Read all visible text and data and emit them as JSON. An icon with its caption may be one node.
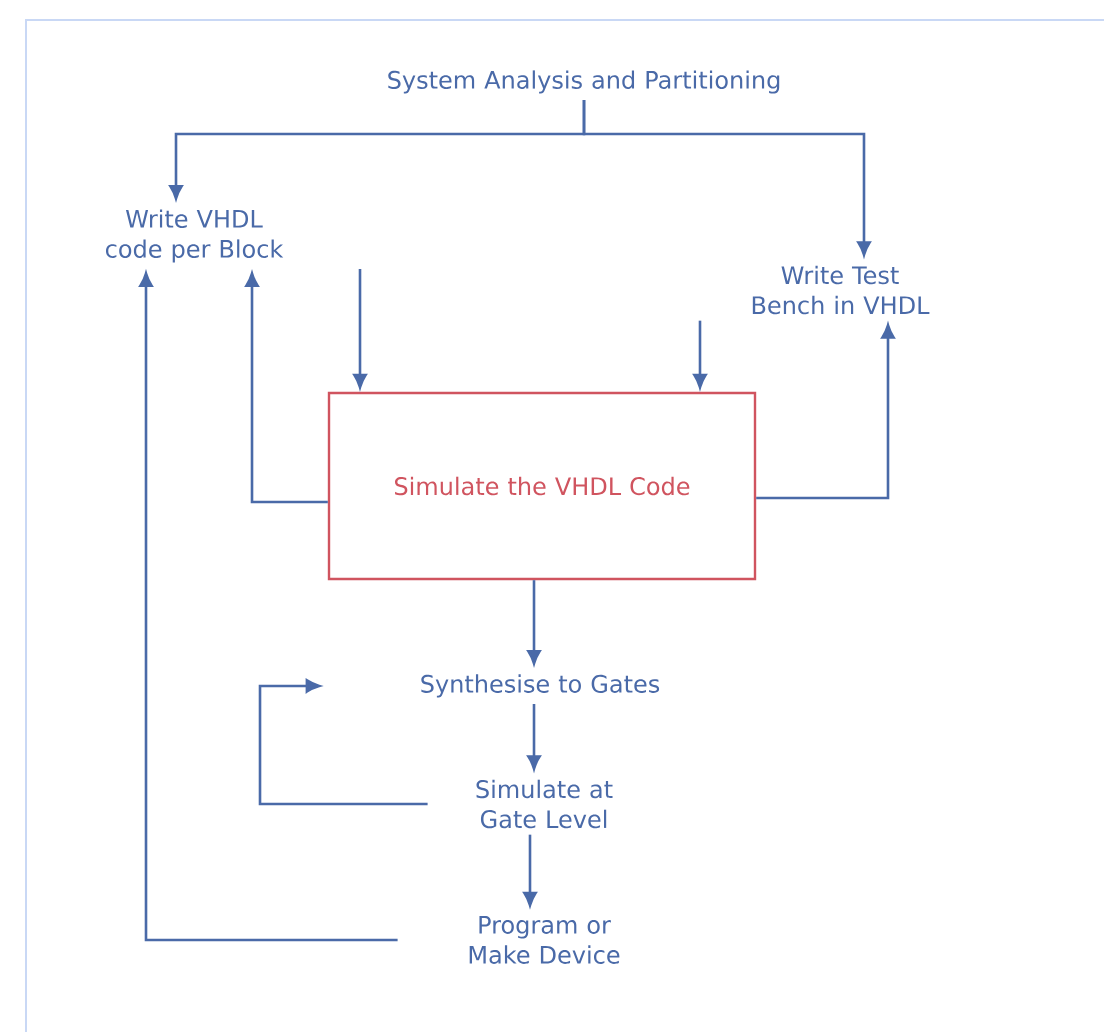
{
  "diagram": {
    "nodes": [
      {
        "text": [
          "System Analysis and Partitioning"
        ]
      },
      {
        "text": [
          "Write VHDL code per Block"
        ]
      },
      {
        "text": [
          "Write Test Bench in VHDL"
        ]
      },
      {
        "text": [
          "Simulate the VHDL Code"
        ]
      },
      {
        "text": [
          "Synthesise to Gates"
        ]
      },
      {
        "text": [
          "Simulate at Gate Level"
        ]
      },
      {
        "text": [
          "Program or Make Device"
        ]
      }
    ],
    "edges": [
      {
        "from": 0,
        "to": 1,
        "arrow": "to"
      },
      {
        "from": 0,
        "to": 2,
        "arrow": "to"
      },
      {
        "from": 1,
        "to": 3,
        "arrow": "to"
      },
      {
        "from": 2,
        "to": 3,
        "arrow": "to"
      },
      {
        "from": 3,
        "to": 1,
        "arrow": "to"
      },
      {
        "from": 3,
        "to": 2,
        "arrow": "to"
      },
      {
        "from": 3,
        "to": 4,
        "arrow": "to"
      },
      {
        "from": 4,
        "to": 5,
        "arrow": "to"
      },
      {
        "from": 5,
        "to": 4,
        "arrow": "to"
      },
      {
        "from": 5,
        "to": 6,
        "arrow": "to"
      },
      {
        "from": 6,
        "to": 1,
        "arrow": "to"
      }
    ]
  }
}
